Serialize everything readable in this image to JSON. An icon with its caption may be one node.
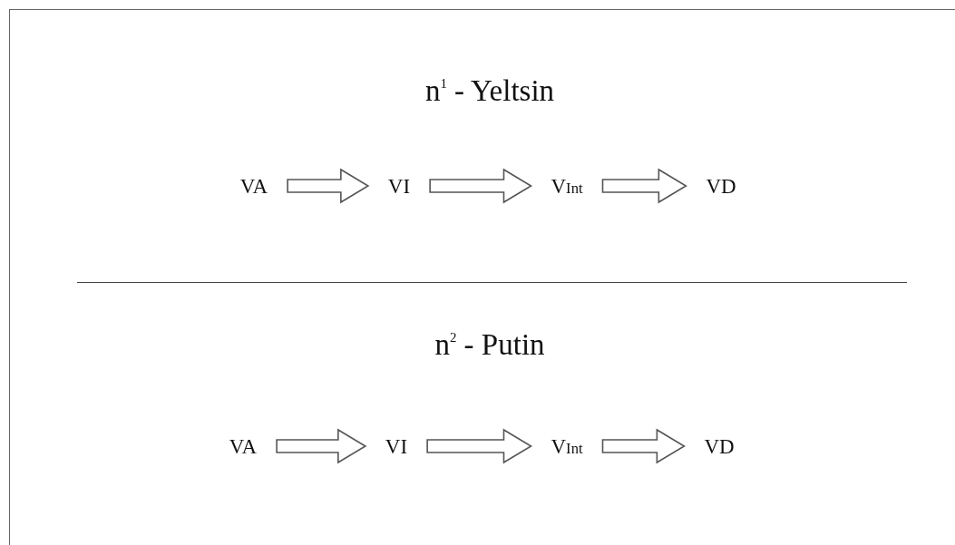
{
  "diagram": {
    "nodes": [
      {
        "text": [
          "VA"
        ]
      },
      {
        "text": [
          "VI"
        ]
      },
      {
        "text": [
          "V$_{Int}$"
        ]
      },
      {
        "text": [
          "VD"
        ]
      },
      {
        "text": [
          "VA"
        ]
      },
      {
        "text": [
          "VI"
        ]
      },
      {
        "text": [
          "V$_{Int}$"
        ]
      },
      {
        "text": [
          "VD"
        ]
      }
    ],
    "edges": [
      {
        "from": 0,
        "to": 1,
        "arrow": "to"
      },
      {
        "from": 1,
        "to": 2,
        "arrow": "to"
      },
      {
        "from": 2,
        "to": 3,
        "arrow": "to"
      },
      {
        "from": 4,
        "to": 5,
        "arrow": "to"
      },
      {
        "from": 5,
        "to": 6,
        "arrow": "to"
      },
      {
        "from": 6,
        "to": 7,
        "arrow": "to"
      }
    ],
    "labels": [
      "n$^{1}$ - Yeltsin",
      "n$^{2}$ - Putin"
    ]
  }
}
